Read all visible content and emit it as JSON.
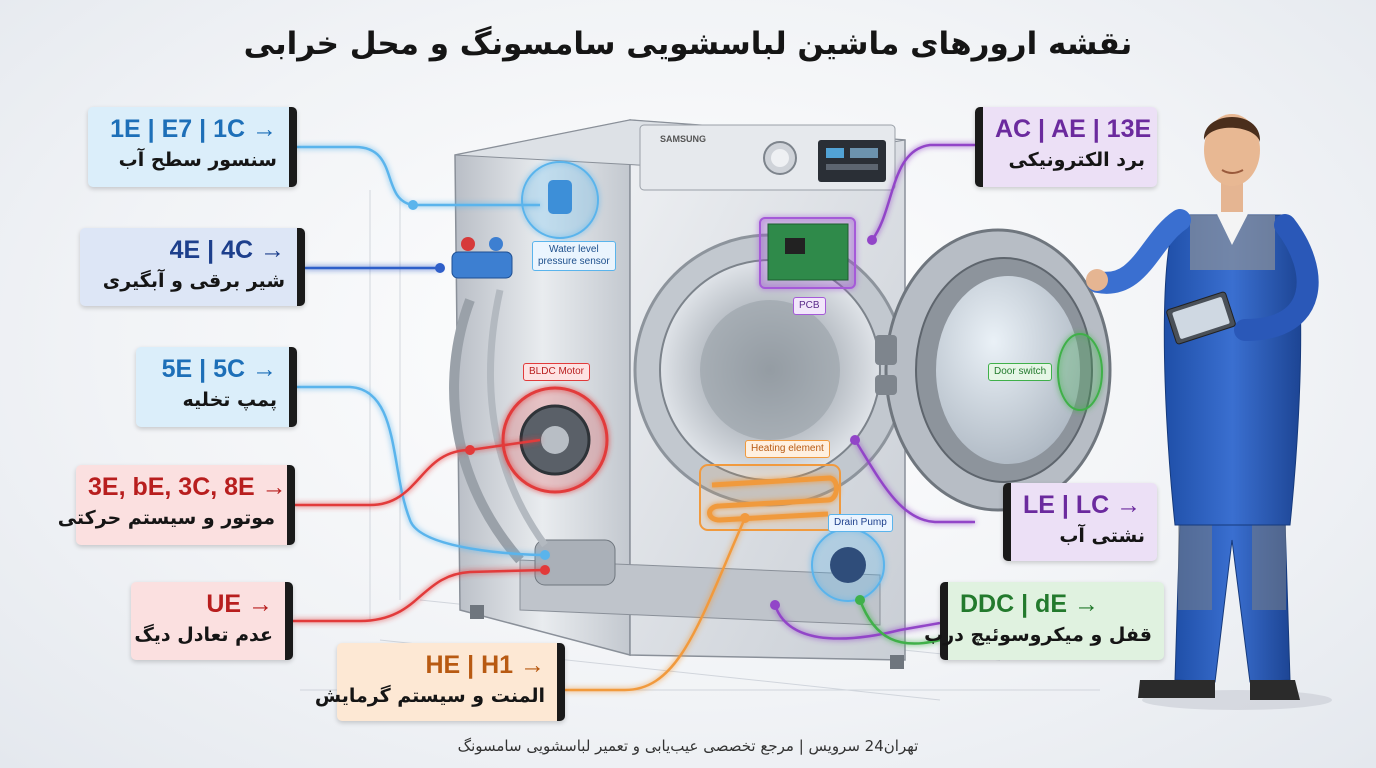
{
  "title": "نقشه ارورهای ماشین لباسشویی سامسونگ و محل خرابی",
  "footer": "تهران24 سرویس | مرجع تخصصی عیب‌یابی و تعمیر لباسشویی سامسونگ",
  "brand": "SAMSUNG",
  "colors": {
    "light_blue": "#5ab4ec",
    "dark_blue": "#2f5fc9",
    "red": "#e23a3a",
    "orange": "#f19a3e",
    "purple": "#9245c8",
    "green": "#3fb04a"
  },
  "cards": {
    "water_level": {
      "code": "1E | E7 | 1C →",
      "desc": "سنسور سطح آب"
    },
    "valve": {
      "code": "4E | 4C →",
      "desc": "شیر برقی و آبگیری"
    },
    "pump": {
      "code": "5E | 5C →",
      "desc": "پمپ تخلیه"
    },
    "motor": {
      "code": "3E, bE, 3C, 8E →",
      "desc": "موتور و سیستم حرکتی"
    },
    "balance": {
      "code": "UE →",
      "desc": "عدم تعادل دیگ"
    },
    "heater": {
      "code": "HE | H1 →",
      "desc": "المنت و سیستم گرمایش"
    },
    "board": {
      "code": "AC | AE | 13E",
      "desc": "برد الکترونیکی"
    },
    "leak": {
      "code": "LE | LC →",
      "desc": "نشتی آب"
    },
    "door": {
      "code": "DDC | dE →",
      "desc": "قفل و میکروسوئیچ درب"
    }
  },
  "component_labels": {
    "water_level_sensor": "Water level\npressure sensor",
    "pcb": "PCB",
    "bldc_motor": "BLDC Motor",
    "heating_element": "Heating element",
    "drain_pump": "Drain Pump",
    "door_switch": "Door switch"
  },
  "icons": [
    "washing-machine-illustration",
    "technician-illustration",
    "tablet-icon",
    "arrow-icon"
  ]
}
